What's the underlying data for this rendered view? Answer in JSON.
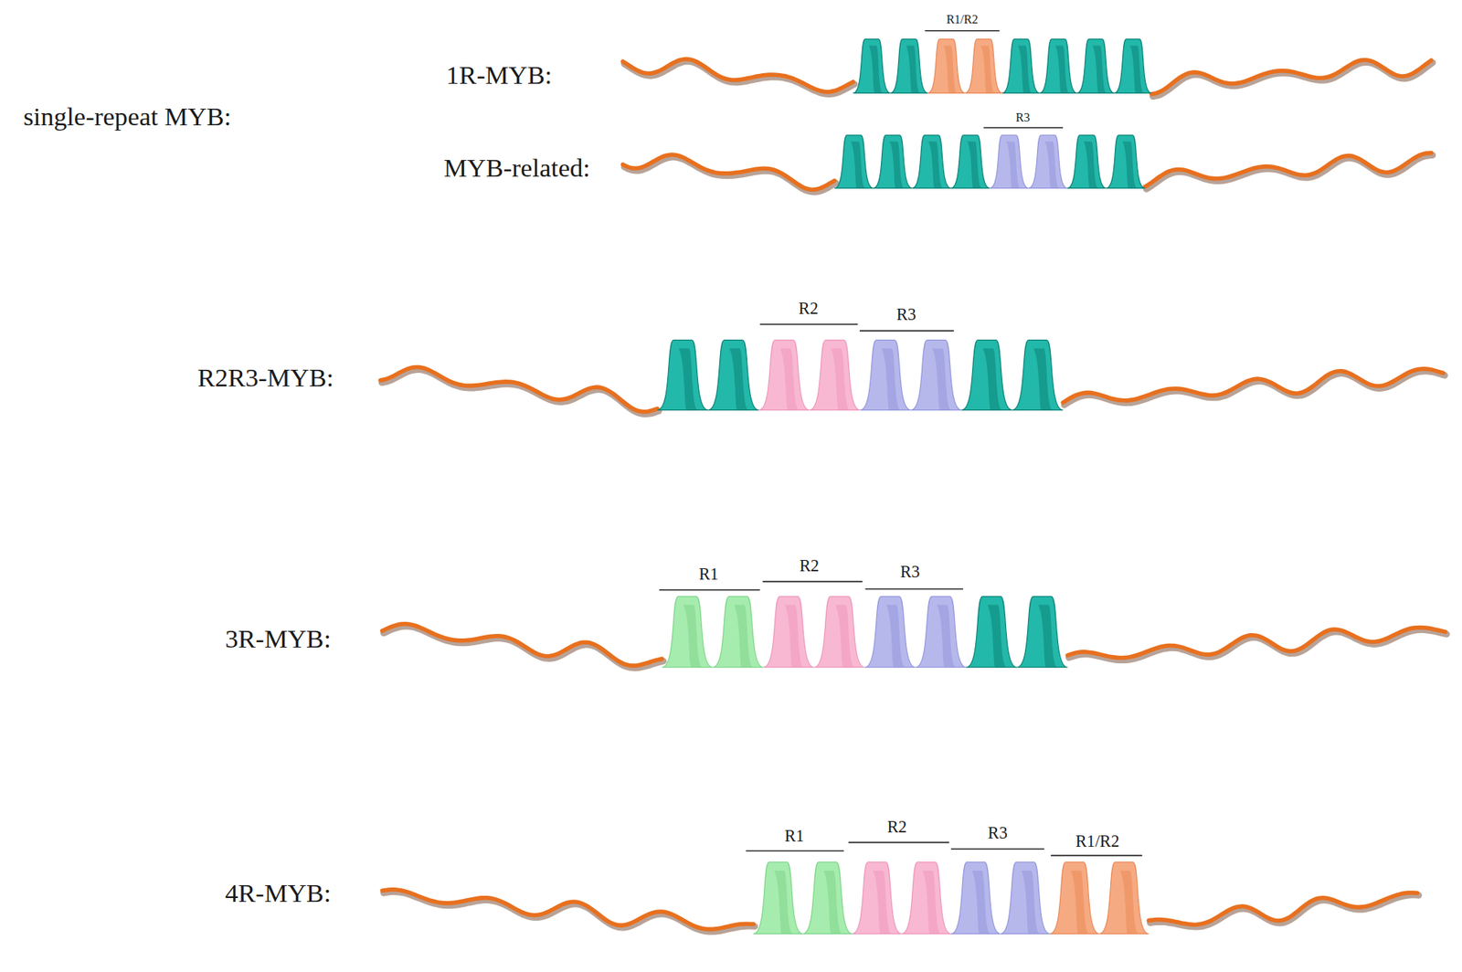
{
  "diagram": {
    "labels": [
      "R1/R2",
      "1R-MYB:",
      "single-repeat MYB:",
      "R3",
      "MYB-related:",
      "R2",
      "R3",
      "R2R3-MYB:",
      "R1",
      "R2",
      "R3",
      "3R-MYB:",
      "R1",
      "R2",
      "R3",
      "R1/R2",
      "4R-MYB:"
    ]
  }
}
